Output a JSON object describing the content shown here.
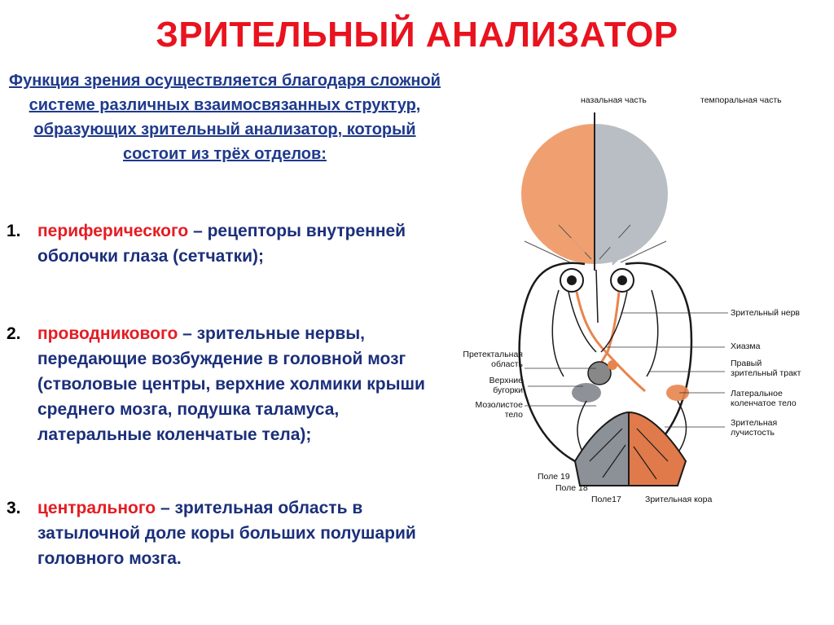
{
  "title": "ЗРИТЕЛЬНЫЙ АНАЛИЗАТОР",
  "intro": "Функция зрения осуществляется благодаря сложной системе различных взаимосвязанных структур, образующих зрительный анализатор, который состоит из трёх отделов:",
  "items": [
    {
      "number": "1.",
      "term": "периферического",
      "text": " – рецепторы внутренней оболочки глаза (сетчатки);"
    },
    {
      "number": "2.",
      "term": "проводникового",
      "text": " – зрительные нервы, передающие возбуждение в головной мозг (стволовые центры, верхние холмики крыши среднего мозга, подушка таламуса, латеральные коленчатые тела);"
    },
    {
      "number": "3.",
      "term": "центрального",
      "text": " – зрительная область в затылочной доле коры больших полушарий головного мозга."
    }
  ],
  "diagram": {
    "labels": {
      "nasal": "назальная часть",
      "temporal": "темпоральная часть",
      "optic_nerve": "Зрительный нерв",
      "chiasm": "Хиазма",
      "right_tract_1": "Правый",
      "right_tract_2": "зрительный тракт",
      "lgn_1": "Латеральное",
      "lgn_2": "коленчатое тело",
      "radiation_1": "Зрительная",
      "radiation_2": "лучистость",
      "pretectal_1": "Претектальная",
      "pretectal_2": "область",
      "colliculi_1": "Верхние",
      "colliculi_2": "бугорки",
      "callosum_1": "Мозолистое",
      "callosum_2": "тело",
      "field19": "Поле 19",
      "field18": "Поле 18",
      "field17": "Поле17",
      "cortex": "Зрительная кора"
    },
    "colors": {
      "nasal": "#f0a070",
      "temporal": "#b8bec4",
      "cortex_left": "#8c9097",
      "cortex_right": "#e07a4a",
      "pathway": "#e8844e"
    }
  }
}
